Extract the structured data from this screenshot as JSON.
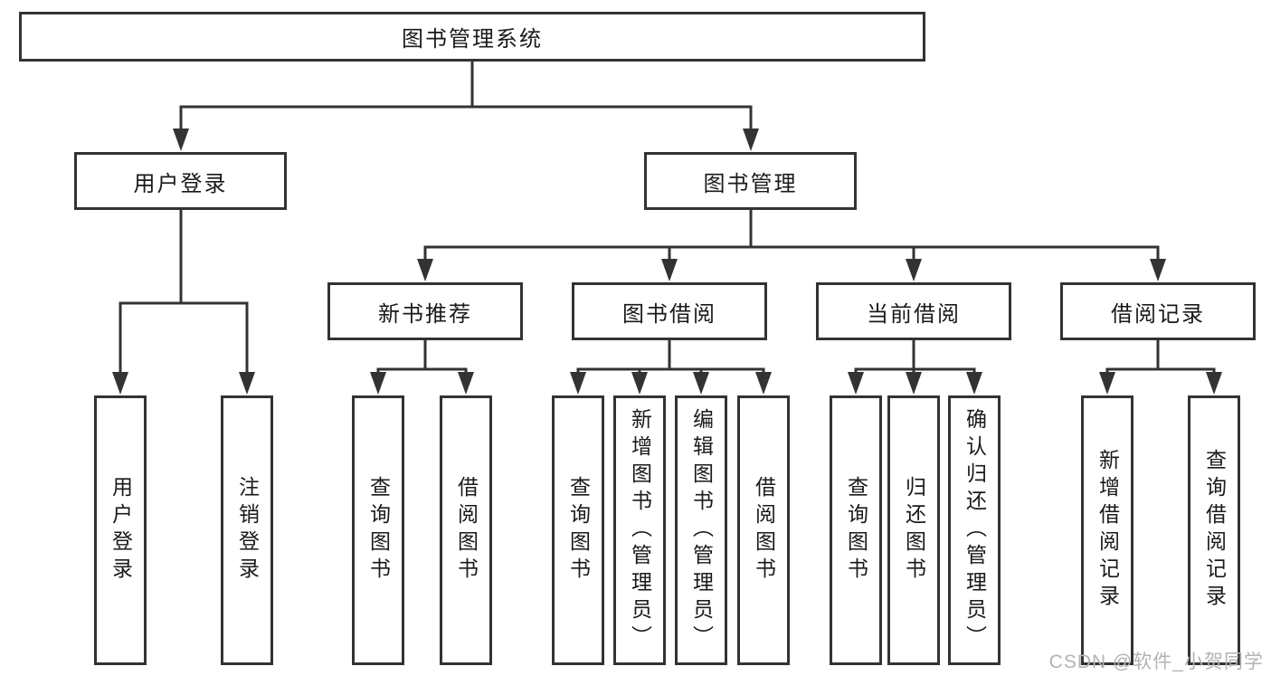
{
  "diagram": {
    "root": {
      "label": "图书管理系统"
    },
    "level2": {
      "user_login": {
        "label": "用户登录"
      },
      "book_management": {
        "label": "图书管理"
      }
    },
    "level3": {
      "new_book_recommend": {
        "label": "新书推荐"
      },
      "book_borrow": {
        "label": "图书借阅"
      },
      "current_borrow": {
        "label": "当前借阅"
      },
      "borrow_records": {
        "label": "借阅记录"
      }
    },
    "leaves": {
      "user_login": {
        "label": "用户登录"
      },
      "logout": {
        "label": "注销登录"
      },
      "query_book_recommend": {
        "label": "查询图书"
      },
      "borrow_book_recommend": {
        "label": "借阅图书"
      },
      "query_book_borrow": {
        "label": "查询图书"
      },
      "add_book_admin": {
        "label": "新增图书（管理员）"
      },
      "edit_book_admin": {
        "label": "编辑图书（管理员）"
      },
      "borrow_book_borrow": {
        "label": "借阅图书"
      },
      "query_book_current": {
        "label": "查询图书"
      },
      "return_book": {
        "label": "归还图书"
      },
      "confirm_return_admin": {
        "label": "确认归还（管理员）"
      },
      "add_borrow_record": {
        "label": "新增借阅记录"
      },
      "query_borrow_record": {
        "label": "查询借阅记录"
      }
    },
    "watermark": "CSDN @软件_小贺同学"
  },
  "colors": {
    "line": "#333333",
    "text": "#1a1a1a",
    "watermark": "#b3b3b3",
    "background": "#ffffff"
  }
}
